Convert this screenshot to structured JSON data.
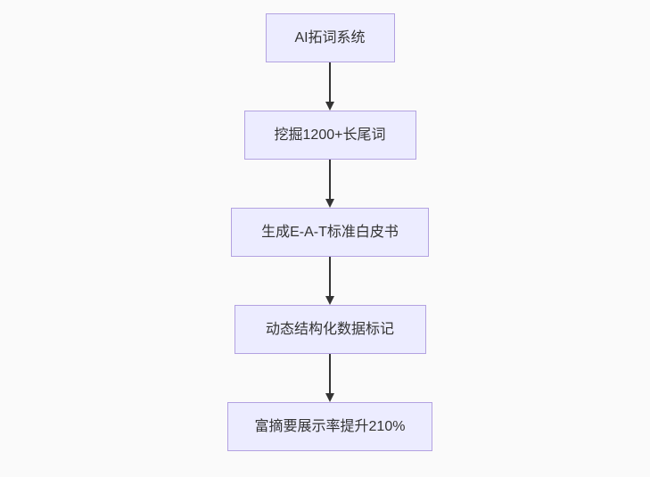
{
  "colors": {
    "background": "#fafafa",
    "node_fill": "#ececff",
    "node_border": "#b3a2e1",
    "node_text": "#333333",
    "arrow": "#333333"
  },
  "flowchart": {
    "type": "flowchart",
    "direction": "top-down",
    "nodes": [
      {
        "label": "AI拓词系统"
      },
      {
        "label": "挖掘1200+长尾词"
      },
      {
        "label": "生成E-A-T标准白皮书"
      },
      {
        "label": "动态结构化数据标记"
      },
      {
        "label": "富摘要展示率提升210%"
      }
    ],
    "edges": [
      {
        "from": "AI拓词系统",
        "to": "挖掘1200+长尾词",
        "style": "arrow-down"
      },
      {
        "from": "挖掘1200+长尾词",
        "to": "生成E-A-T标准白皮书",
        "style": "arrow-down"
      },
      {
        "from": "生成E-A-T标准白皮书",
        "to": "动态结构化数据标记",
        "style": "arrow-down"
      },
      {
        "from": "动态结构化数据标记",
        "to": "富摘要展示率提升210%",
        "style": "arrow-down"
      }
    ]
  }
}
